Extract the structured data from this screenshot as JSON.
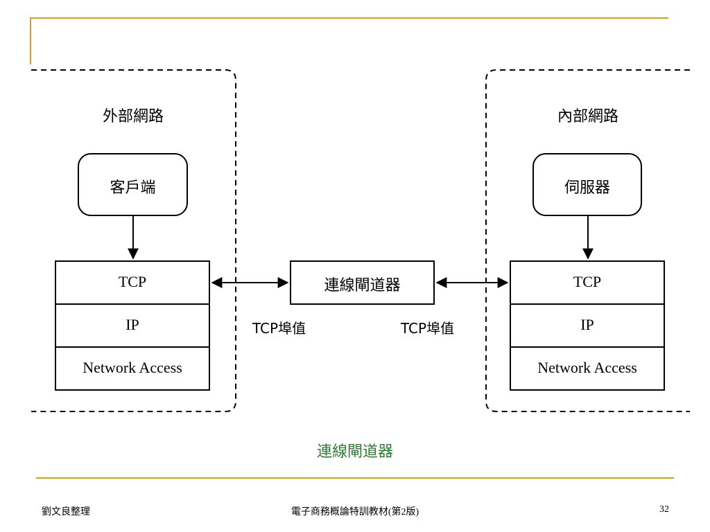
{
  "external_network": {
    "title": "外部網路",
    "client": "客戶端",
    "stack": [
      "TCP",
      "IP",
      "Network Access"
    ]
  },
  "internal_network": {
    "title": "內部網路",
    "server": "伺服器",
    "stack": [
      "TCP",
      "IP",
      "Network Access"
    ]
  },
  "gateway": {
    "label": "連線閘道器",
    "left_port": "TCP埠值",
    "right_port": "TCP埠值"
  },
  "caption": "連線閘道器",
  "footer": {
    "author": "劉文良整理",
    "book": "電子商務概論特訓教材(第2版)",
    "page": "32"
  },
  "colors": {
    "accent_line": "#d4a02a",
    "caption": "#2e7d32"
  }
}
